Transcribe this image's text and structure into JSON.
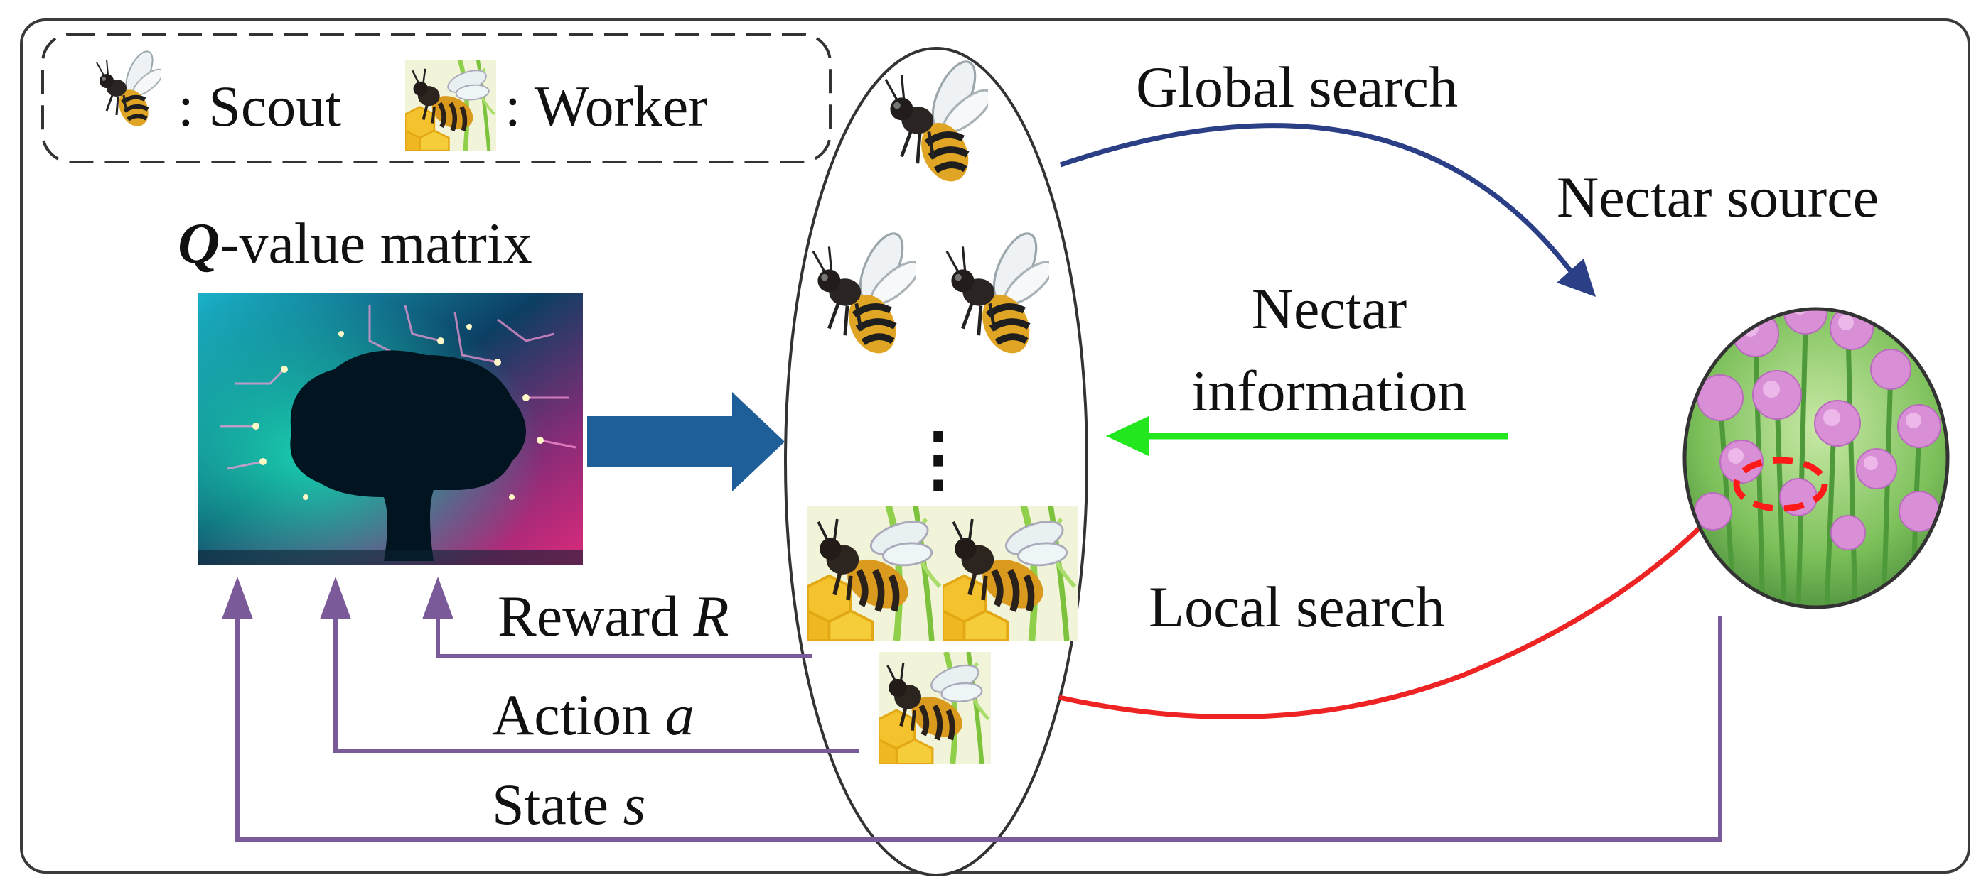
{
  "legend": {
    "scout_label": ": Scout",
    "worker_label": ": Worker",
    "scout_icon": "scout-bee-icon",
    "worker_icon": "worker-bee-icon"
  },
  "q_matrix": {
    "title_symbol": "Q",
    "title_rest": "-value matrix",
    "image_icon": "brain-circuit-image"
  },
  "hive": {
    "ellipsis": "⋮",
    "scout_count": 3,
    "worker_count": 3
  },
  "arrows": {
    "global_search": "Global search",
    "nectar_info_line1": "Nectar",
    "nectar_info_line2": "information",
    "local_search": "Local search",
    "reward_text": "Reward ",
    "reward_symbol": "R",
    "action_text": "Action ",
    "action_symbol": "a",
    "state_text": "State ",
    "state_symbol": "s"
  },
  "nectar": {
    "title": "Nectar source",
    "image_icon": "chive-flowers-image"
  },
  "colors": {
    "global_search": "#2b3f86",
    "nectar_info": "#22e61e",
    "local_search": "#ee2323",
    "feedback": "#7a5a98",
    "main_arrow": "#1f5f99",
    "highlight": "#ff1a1a"
  }
}
